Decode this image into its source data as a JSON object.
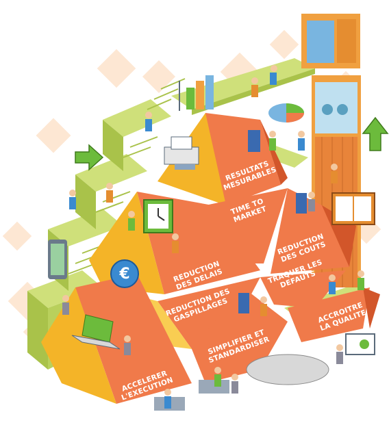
{
  "labels": {
    "resultats": [
      "RESULTATS",
      "MESURABLES"
    ],
    "time_to_market": [
      "TIME TO",
      "MARKET"
    ],
    "reduction_delais": [
      "REDUCTION",
      "DES DELAIS"
    ],
    "reduction_couts": [
      "REDUCTION",
      "DES COUTS"
    ],
    "reduction_gaspillages": [
      "REDUCTION DES",
      "GASPILLAGES"
    ],
    "traquer_defauts": [
      "TRAQUER LES",
      "DEFAUTS"
    ],
    "simplifier": [
      "SIMPLIFIER ET",
      "STANDARDISER"
    ],
    "accroitre_qualite": [
      "ACCROITRE",
      "LA QUALITE"
    ],
    "accelerer": [
      "ACCELERER",
      "L'EXECUTION"
    ]
  },
  "icons": [
    "printer-icon",
    "bar-chart-icon",
    "pie-chart-icon",
    "clock-icon",
    "euro-icon",
    "laptop-icon",
    "tablet-icon",
    "book-icon",
    "door-icon",
    "elevator-icon",
    "arrow-right-icon",
    "arrow-up-icon",
    "whiteboard-icon"
  ],
  "colors": {
    "orange_face": "#f07a4a",
    "orange_dark": "#d2562a",
    "yellow_side": "#f4b428",
    "yellow_light": "#f9cd52",
    "green_stair": "#cfe07a",
    "green_stair_dark": "#a9c24a",
    "bg_diamond": "#fde3cc"
  }
}
